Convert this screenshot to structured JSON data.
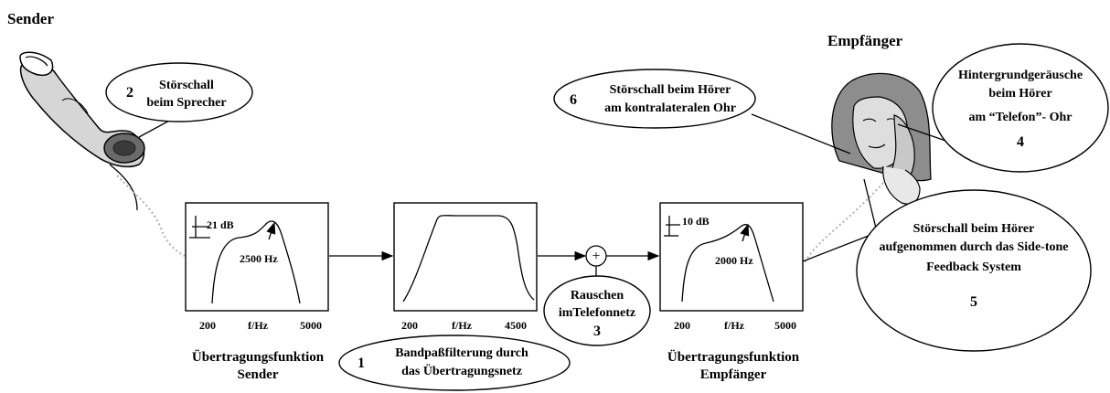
{
  "labels": {
    "sender": "Sender",
    "receiver": "Empfänger",
    "tf_sender_line1": "Übertragungsfunktion",
    "tf_sender_line2": "Sender",
    "tf_receiver_line1": "Übertragungsfunktion",
    "tf_receiver_line2": "Empfänger"
  },
  "boxes": {
    "sender": {
      "gain": "21 dB",
      "peak": "2500 Hz",
      "x_min": "200",
      "x_unit": "f/Hz",
      "x_max": "5000"
    },
    "network": {
      "x_min": "200",
      "x_unit": "f/Hz",
      "x_max": "4500"
    },
    "receiver": {
      "gain": "10 dB",
      "peak": "2000 Hz",
      "x_min": "200",
      "x_unit": "f/Hz",
      "x_max": "5000"
    }
  },
  "bubbles": {
    "b1": {
      "number": "1",
      "line1": "Bandpaßfilterung durch",
      "line2": "das Übertragungsnetz"
    },
    "b2": {
      "number": "2",
      "line1": "Störschall",
      "line2": "beim Sprecher"
    },
    "b3": {
      "number": "3",
      "line1": "Rauschen",
      "line2": "imTelefonnetz"
    },
    "b4": {
      "number": "4",
      "line1": "Hintergrundgeräusche",
      "line2": "beim Hörer",
      "line3": "am “Telefon”- Ohr"
    },
    "b5": {
      "number": "5",
      "line1": "Störschall beim Hörer",
      "line2": "aufgenommen durch das Side-tone",
      "line3": "Feedback System"
    },
    "b6": {
      "number": "6",
      "line1": "Störschall beim Hörer",
      "line2": "am kontralateralen Ohr"
    }
  },
  "symbols": {
    "plus": "+"
  }
}
